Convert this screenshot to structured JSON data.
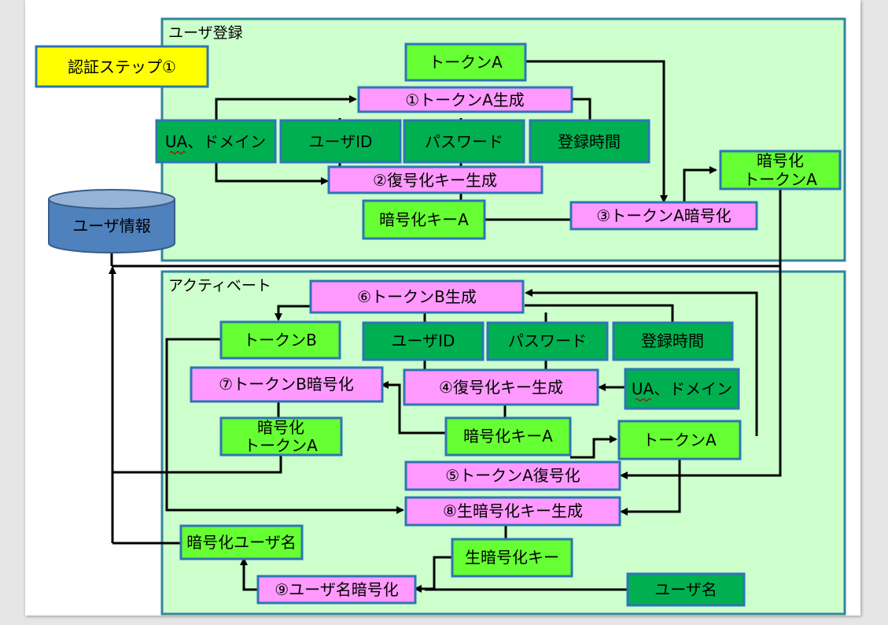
{
  "sections": [
    {
      "id": "registration",
      "title": "ユーザ登録"
    },
    {
      "id": "activate",
      "title": "アクティベート"
    }
  ],
  "step_badge": "認証ステップ①",
  "database": {
    "label": "ユーザ情報"
  },
  "nodes": {
    "reg_token_a": [
      "トークンA"
    ],
    "reg_gen_token_a": [
      "①トークンA生成"
    ],
    "reg_ua_domain": [
      "UA、ドメイン"
    ],
    "reg_user_id": [
      "ユーザID"
    ],
    "reg_password": [
      "パスワード"
    ],
    "reg_reg_time": [
      "登録時間"
    ],
    "reg_gen_dec_key": [
      "②復号化キー生成"
    ],
    "reg_enc_key_a": [
      "暗号化キーA"
    ],
    "reg_encrypt_token_a": [
      "③トークンA暗号化"
    ],
    "reg_enc_token_a": [
      "暗号化",
      "トークンA"
    ],
    "act_gen_token_b": [
      "⑥トークンB生成"
    ],
    "act_token_b": [
      "トークンB"
    ],
    "act_user_id": [
      "ユーザID"
    ],
    "act_password": [
      "パスワード"
    ],
    "act_reg_time": [
      "登録時間"
    ],
    "act_encrypt_token_b": [
      "⑦トークンB暗号化"
    ],
    "act_gen_dec_key": [
      "④復号化キー生成"
    ],
    "act_ua_domain": [
      "UA、ドメイン"
    ],
    "act_enc_token_a": [
      "暗号化",
      "トークンA"
    ],
    "act_enc_key_a": [
      "暗号化キーA"
    ],
    "act_token_a": [
      "トークンA"
    ],
    "act_decrypt_token_a": [
      "⑤トークンA復号化"
    ],
    "act_gen_raw_key": [
      "⑧生暗号化キー生成"
    ],
    "act_enc_username": [
      "暗号化ユーザ名"
    ],
    "act_raw_key": [
      "生暗号化キー"
    ],
    "act_encrypt_username": [
      "⑨ユーザ名暗号化"
    ],
    "act_username": [
      "ユーザ名"
    ]
  },
  "colors": {
    "section_fill": "#ccffcc",
    "section_border": "#31859c",
    "dark_green": "#00b050",
    "lime_green": "#66ff33",
    "pink": "#ff99ff",
    "yellow": "#ffff00",
    "database": "#4f81bd",
    "node_border": "#2e75b6"
  }
}
